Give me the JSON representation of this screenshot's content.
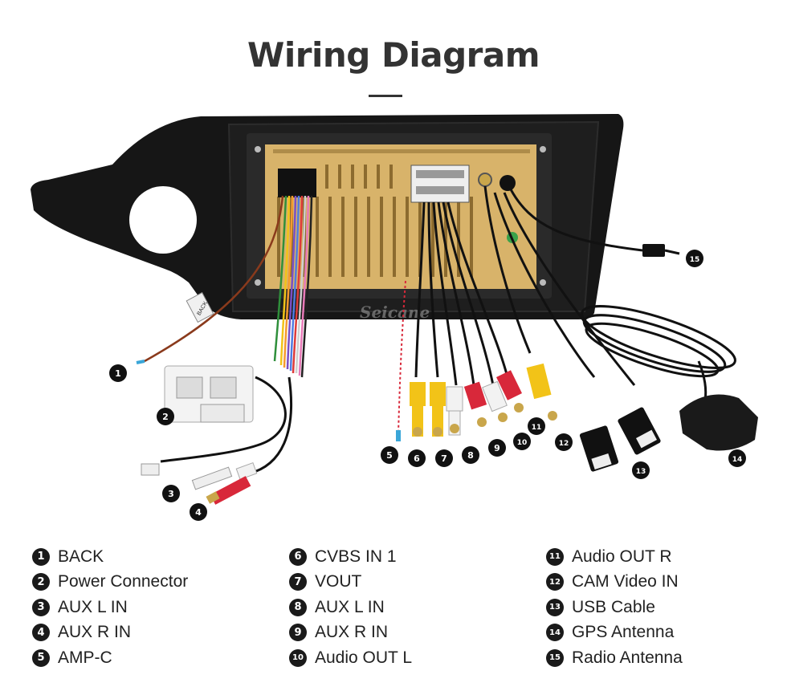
{
  "title": "Wiring Diagram",
  "watermark": "Seicane",
  "cable_tags": {
    "back": "BACK"
  },
  "callouts": [
    "1",
    "2",
    "3",
    "4",
    "5",
    "6",
    "7",
    "8",
    "9",
    "10",
    "11",
    "12",
    "13",
    "14",
    "15"
  ],
  "legend": [
    {
      "num": "1",
      "label": "BACK"
    },
    {
      "num": "2",
      "label": "Power Connector"
    },
    {
      "num": "3",
      "label": "AUX L IN"
    },
    {
      "num": "4",
      "label": "AUX R IN"
    },
    {
      "num": "5",
      "label": "AMP-C"
    },
    {
      "num": "6",
      "label": "CVBS IN 1"
    },
    {
      "num": "7",
      "label": "VOUT"
    },
    {
      "num": "8",
      "label": "AUX L IN"
    },
    {
      "num": "9",
      "label": "AUX R IN"
    },
    {
      "num": "10",
      "label": "Audio OUT L"
    },
    {
      "num": "11",
      "label": "Audio OUT R"
    },
    {
      "num": "12",
      "label": "CAM Video IN"
    },
    {
      "num": "13",
      "label": "USB Cable"
    },
    {
      "num": "14",
      "label": "GPS Antenna"
    },
    {
      "num": "15",
      "label": "Radio Antenna"
    }
  ],
  "colors": {
    "frame": "#161616",
    "panel": "#d8b36a",
    "yellow": "#f2c318",
    "red": "#d8283a",
    "white": "#f2f2f2"
  }
}
